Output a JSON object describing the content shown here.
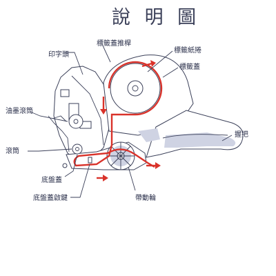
{
  "title": "說 明 圖",
  "labels": {
    "printing_head": "印字頭",
    "cover_lever": "標籤蓋推桿",
    "label_roll": "標籤紙捲",
    "label_cover": "標籤蓋",
    "ink_roller": "油墨滾筒",
    "handle": "握把",
    "roller": "滾筒",
    "base_cover": "底盤蓋",
    "base_cover_release": "底盤蓋啟鍵",
    "drive_wheel": "帶動輪"
  },
  "colors": {
    "outline": "#3a3f58",
    "shading": "#cfd3e3",
    "label_path": "#d9322a"
  }
}
